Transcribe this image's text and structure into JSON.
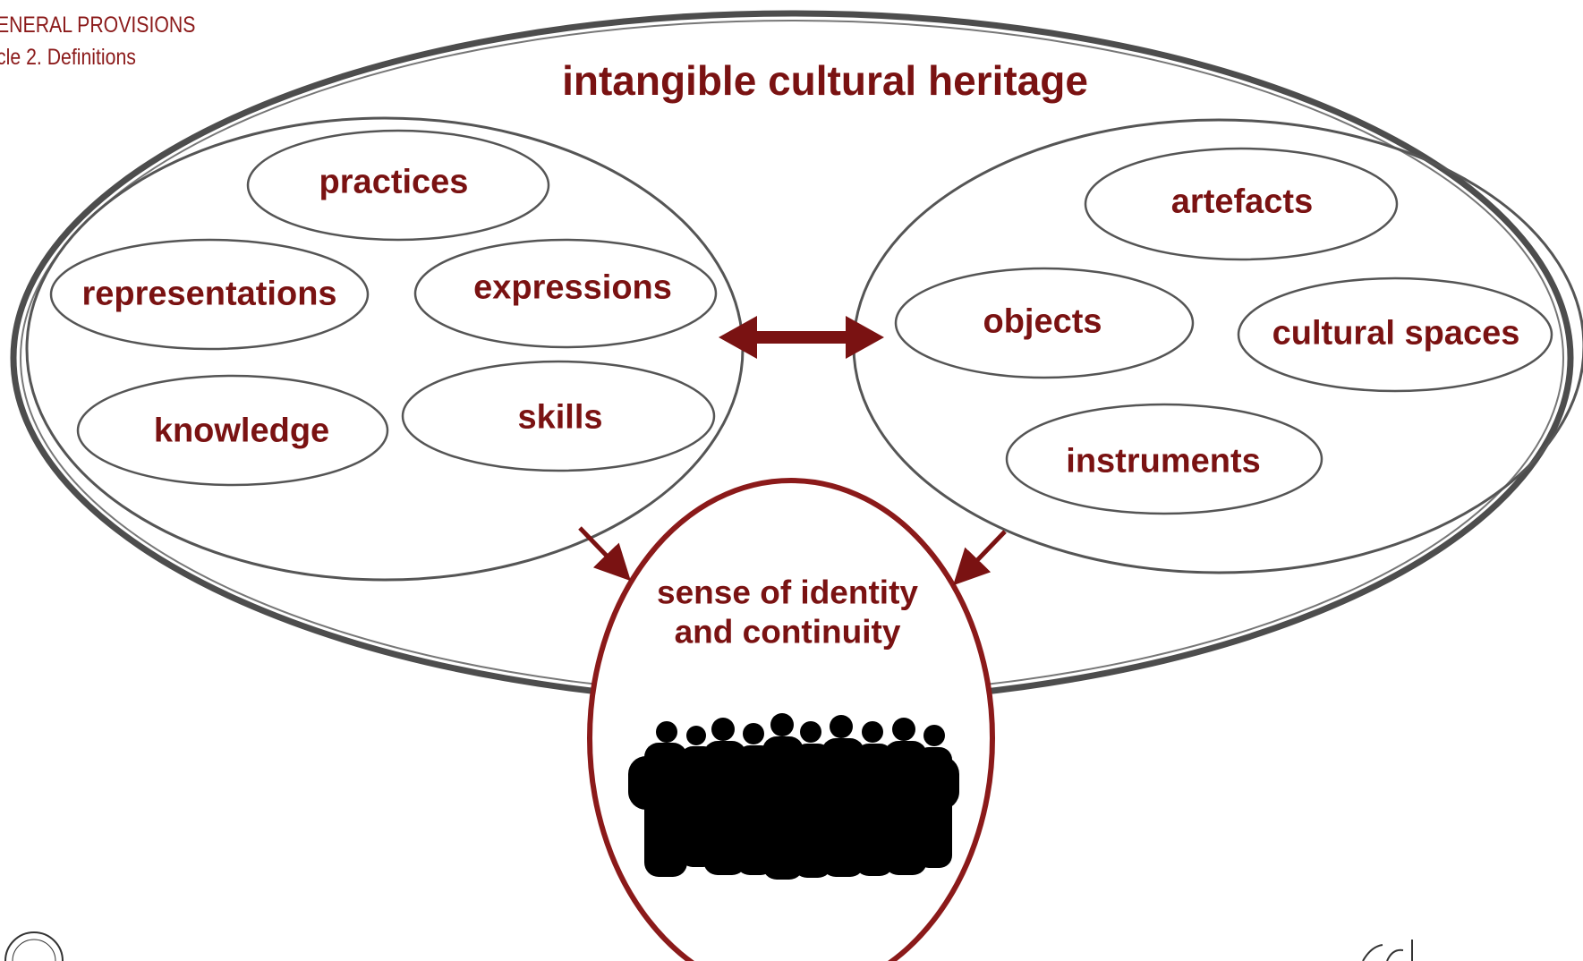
{
  "header": {
    "section": "ENERAL PROVISIONS",
    "article": "cle 2. Definitions"
  },
  "diagram": {
    "title": "intangible cultural heritage",
    "left_group": [
      "practices",
      "representations",
      "expressions",
      "knowledge",
      "skills"
    ],
    "right_group": [
      "artefacts",
      "objects",
      "cultural spaces",
      "instruments"
    ],
    "center": {
      "line1": "sense of identity",
      "line2": "and continuity"
    },
    "center_image": "crowd-silhouette",
    "relation": "two-way arrow between groups",
    "logos": [
      "university-seal",
      "emblem-partial"
    ]
  },
  "colors": {
    "accent": "#7a1212",
    "outline": "#555555",
    "background": "#ffffff"
  }
}
